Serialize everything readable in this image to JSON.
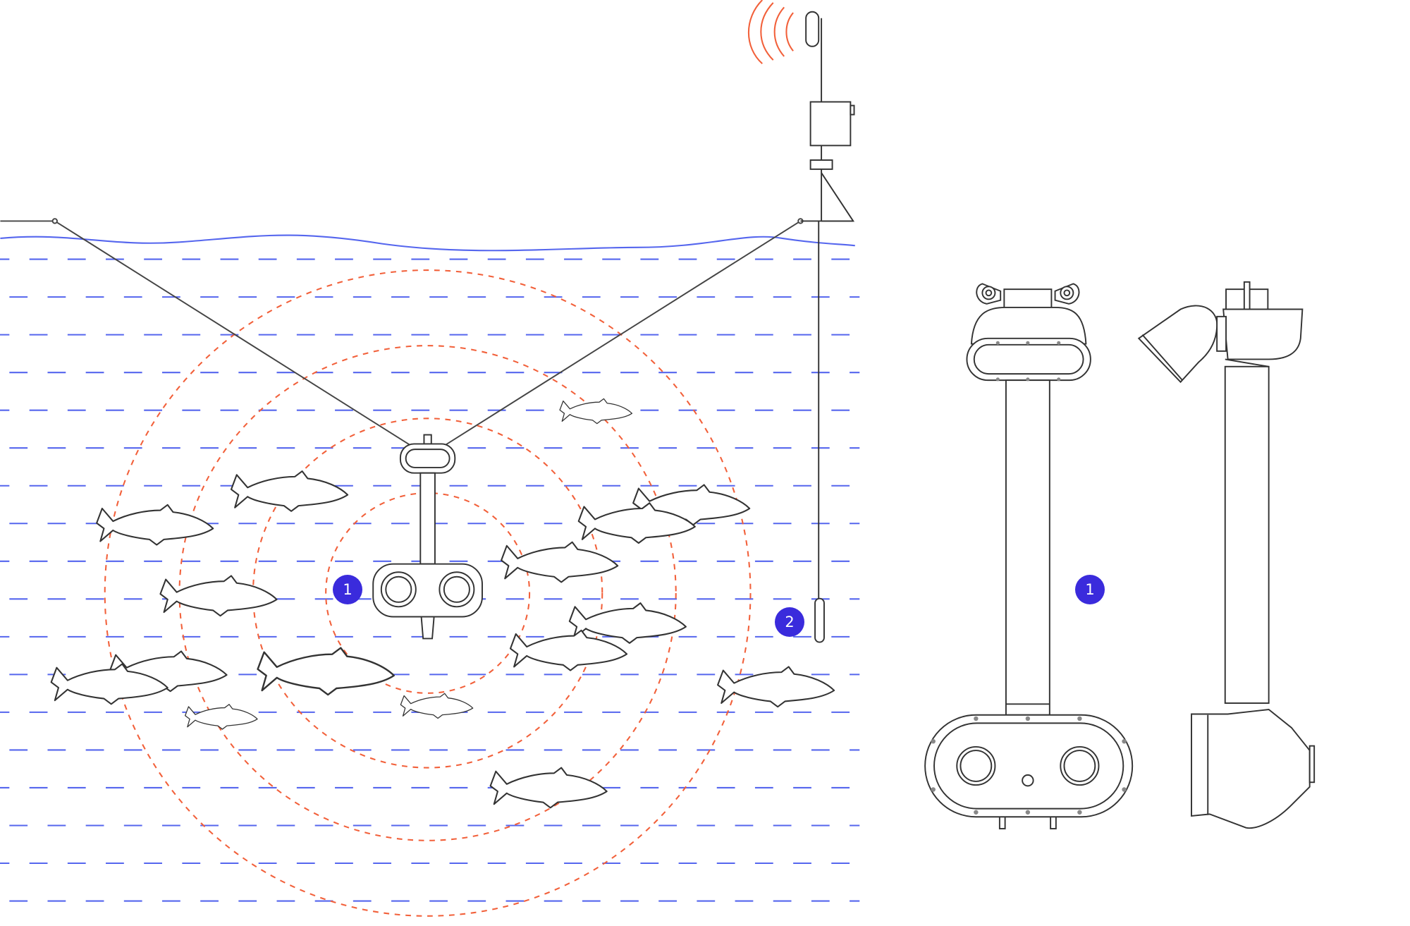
{
  "colors": {
    "water": "#5566ee",
    "signal": "#f2603a",
    "badge": "#3a2bdc",
    "line": "#333333"
  },
  "badges": [
    {
      "label": "1",
      "refers_to": "camera-device"
    },
    {
      "label": "2",
      "refers_to": "sensor"
    },
    {
      "label": "1",
      "refers_to": "camera-device"
    }
  ],
  "fish_count": 16
}
